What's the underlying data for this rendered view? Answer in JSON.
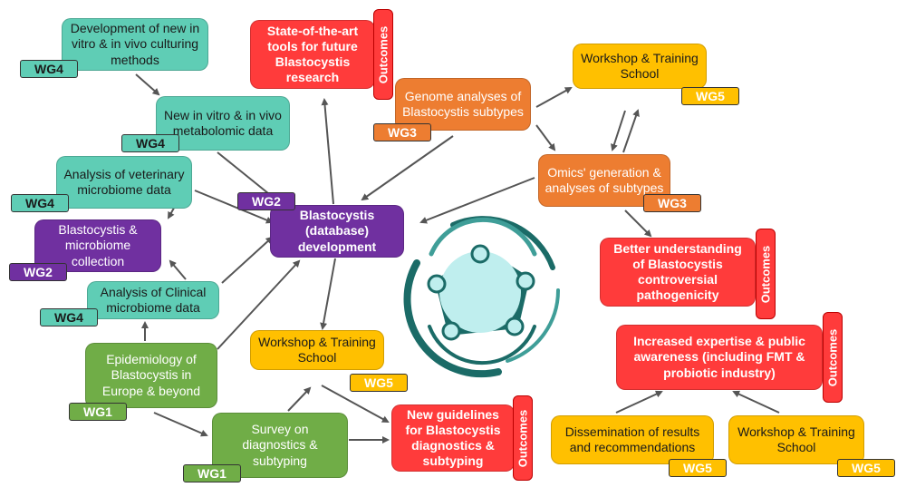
{
  "nodes": {
    "dev_culturing": "Development of new in vitro & in vivo culturing methods",
    "metabolomic": "New in vitro & in vivo metabolomic data",
    "veterinary": "Analysis of veterinary microbiome data",
    "collection": "Blastocystis & microbiome collection",
    "clinical": "Analysis of Clinical microbiome data",
    "epidemiology": "Epidemiology of Blastocystis in Europe & beyond",
    "survey": "Survey on diagnostics & subtyping",
    "workshop_center": "Workshop & Training School",
    "guidelines": "New guidelines for Blastocystis diagnostics & subtyping",
    "database": "Blastocystis (database) development",
    "tools": "State-of-the-art tools for future Blastocystis research",
    "genome": "Genome analyses of Blastocystis subtypes",
    "workshop_top": "Workshop & Training School",
    "omics": "Omics' generation & analyses of subtypes",
    "pathogenicity": "Better understanding of Blastocystis controversial pathogenicity",
    "expertise": "Increased expertise & public awareness (including FMT & probiotic industry)",
    "dissemination": "Dissemination of results and recommendations",
    "workshop_bottom": "Workshop & Training School"
  },
  "tags": {
    "wg1": "WG1",
    "wg2": "WG2",
    "wg3": "WG3",
    "wg4": "WG4",
    "wg5": "WG5",
    "outcomes": "Outcomes"
  },
  "colors": {
    "teal": "#5fcdb5",
    "purple": "#7030a0",
    "orange": "#ed7d31",
    "yellow": "#ffc000",
    "green": "#70ad47",
    "red": "#ff3b3b",
    "logo": "#1b6b67"
  }
}
